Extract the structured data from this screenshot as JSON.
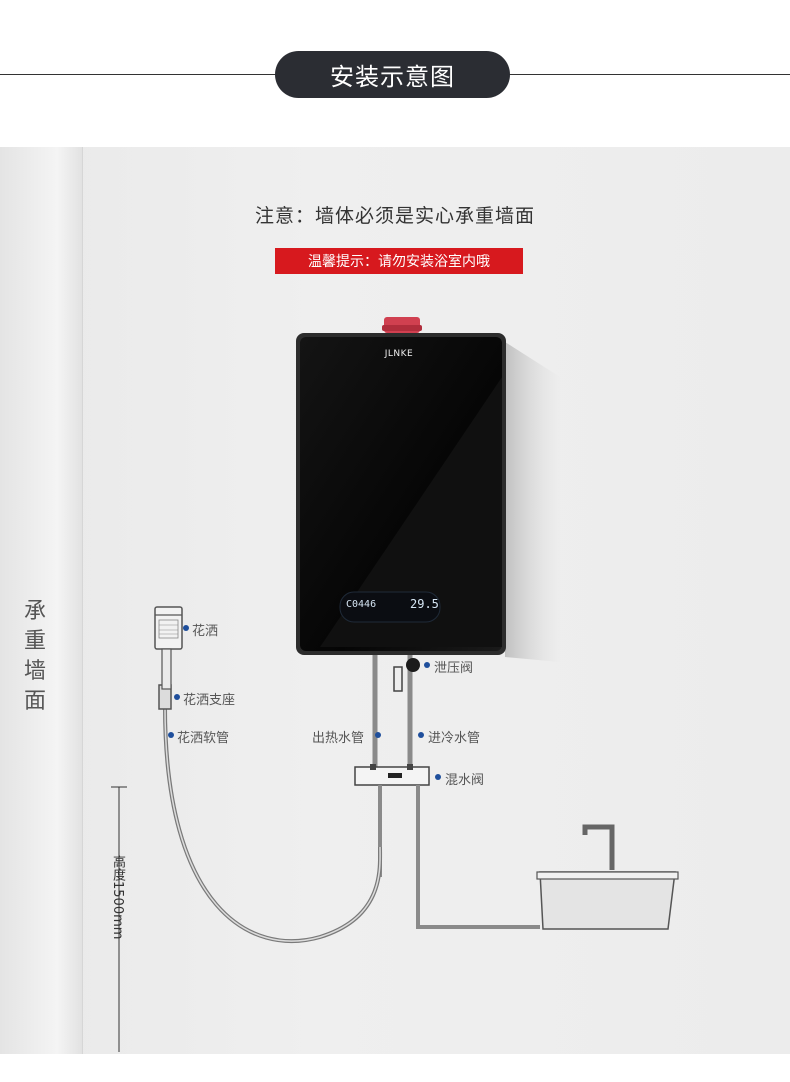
{
  "header": {
    "title": "安装示意图"
  },
  "notes": {
    "wall_note": "注意：墙体必须是实心承重墙面",
    "tip": "温馨提示：请勿安装浴室内哦"
  },
  "wall": {
    "label": "承重墙面"
  },
  "heater": {
    "brand": "JLNKE",
    "display_left": "C0446",
    "display_right": "29.5"
  },
  "labels": {
    "shower_head": "花洒",
    "shower_holder": "花洒支座",
    "shower_hose": "花洒软管",
    "hot_pipe": "出热水管",
    "cold_pipe": "进冷水管",
    "mix_valve": "混水阀",
    "relief_valve": "泄压阀",
    "height": "高度1500mm"
  },
  "colors": {
    "tip_bg": "#d7191e",
    "dot": "#1f4f9c",
    "pill": "#2b2d33"
  }
}
